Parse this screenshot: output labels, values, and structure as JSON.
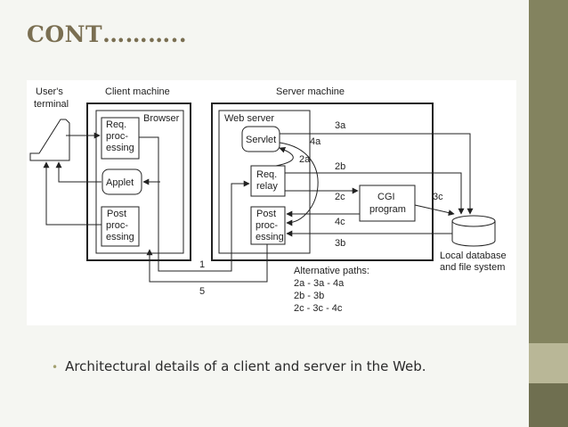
{
  "slide": {
    "title": "CONT………..",
    "caption": "Architectural details of a client and server in the Web."
  },
  "colors": {
    "title": "#7a6f52",
    "sidebar": "#83835f",
    "background": "#f5f6f2"
  },
  "diagram": {
    "users_terminal": [
      "User's",
      "terminal"
    ],
    "client_machine": "Client machine",
    "server_machine": "Server machine",
    "browser": "Browser",
    "web_server": "Web server",
    "req_processing": [
      "Req.",
      "proc-",
      "essing"
    ],
    "applet": "Applet",
    "post_processing_client": [
      "Post",
      "proc-",
      "essing"
    ],
    "servlet": "Servlet",
    "req_relay": [
      "Req.",
      "relay"
    ],
    "post_processing_server": [
      "Post",
      "proc-",
      "essing"
    ],
    "cgi_program": [
      "CGI",
      "program"
    ],
    "local_database": [
      "Local database",
      "and file system"
    ],
    "path_labels": {
      "p1": "1",
      "p5": "5",
      "p3a": "3a",
      "p4a": "4a",
      "p2a": "2a",
      "p2b": "2b",
      "p2c": "2c",
      "p4c": "4c",
      "p3b": "3b",
      "p3c": "3c"
    },
    "alternative_paths": {
      "title": "Alternative paths:",
      "lines": [
        "2a - 3a - 4a",
        "2b - 3b",
        "2c - 3c - 4c"
      ]
    }
  }
}
